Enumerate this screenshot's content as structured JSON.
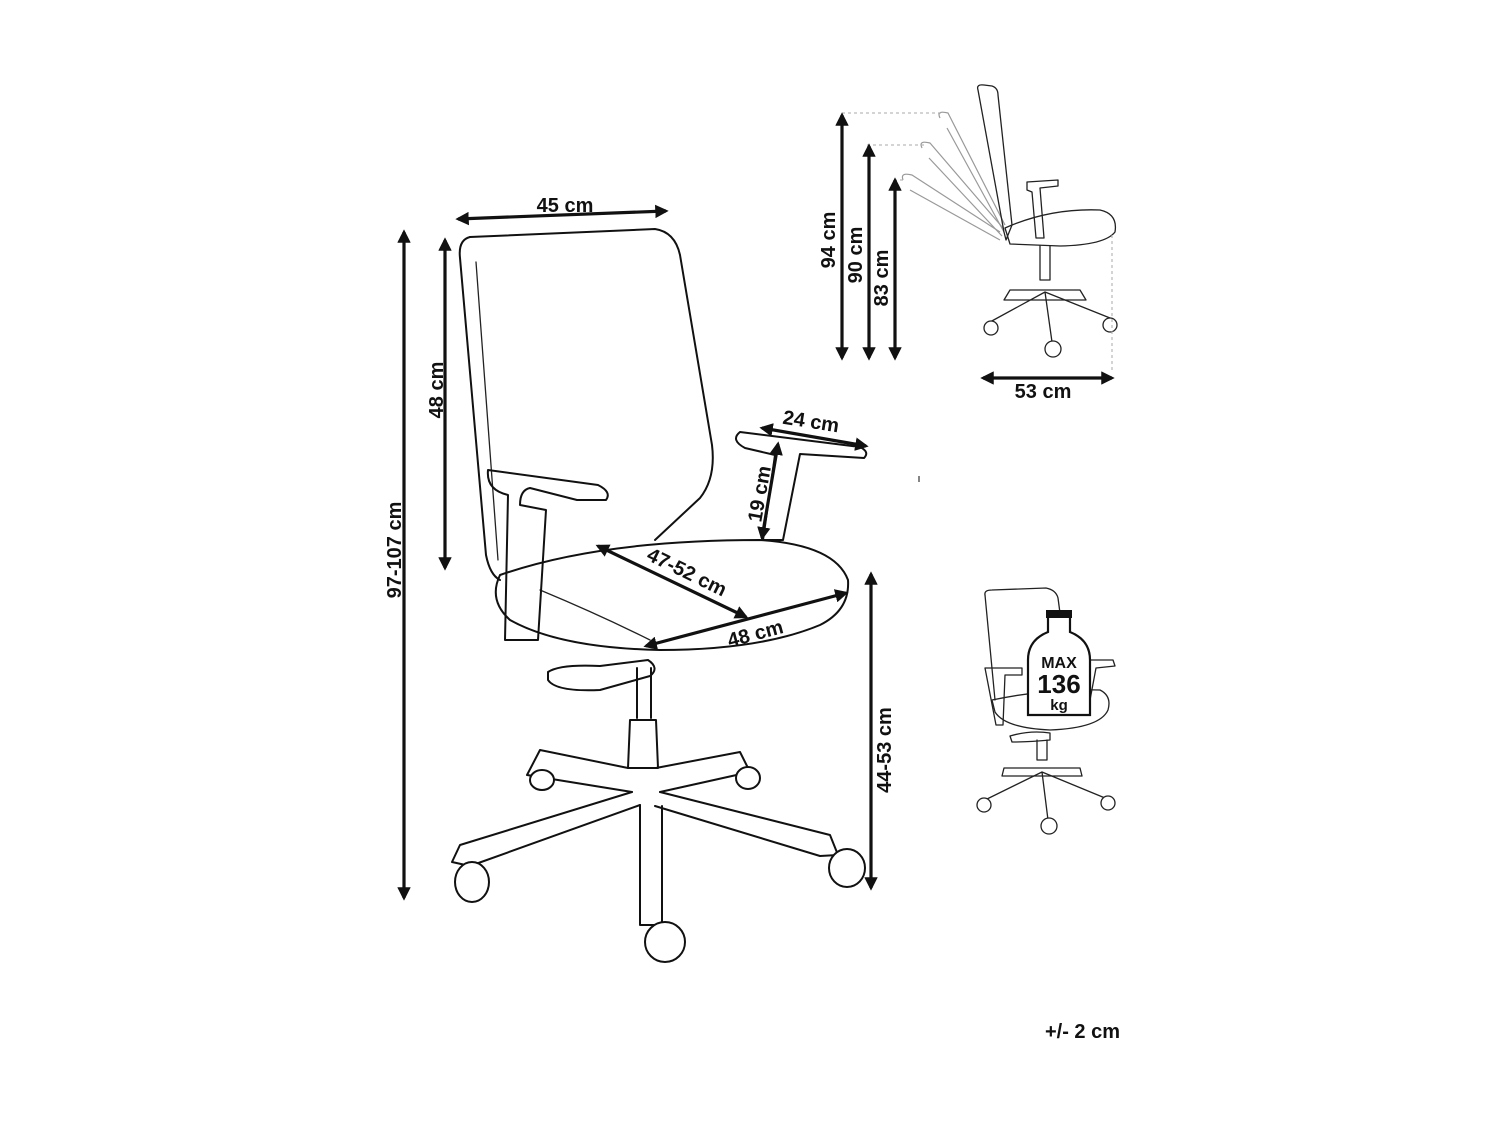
{
  "dimensions": {
    "backrest_width": "45 cm",
    "backrest_height": "48 cm",
    "total_height": "97-107 cm",
    "armrest_length": "24 cm",
    "armrest_height": "19 cm",
    "seat_depth": "47-52 cm",
    "seat_width": "48 cm",
    "seat_height": "44-53 cm"
  },
  "recline": {
    "height_1": "94 cm",
    "height_2": "90 cm",
    "height_3": "83 cm",
    "depth": "53 cm"
  },
  "max_load": {
    "line1": "MAX",
    "line2": "136",
    "line3": "kg"
  },
  "tolerance": "+/- 2 cm"
}
